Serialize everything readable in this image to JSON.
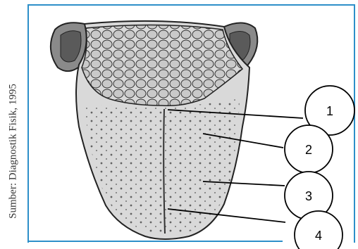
{
  "source_credit": "Sumber: Diagnostik Fisik, 1995",
  "labels": [
    "1",
    "2",
    "3",
    "4"
  ],
  "colors": {
    "frame": "#2d8fc9",
    "tongue_fill": "#d9d9d9",
    "outline": "#222222"
  }
}
